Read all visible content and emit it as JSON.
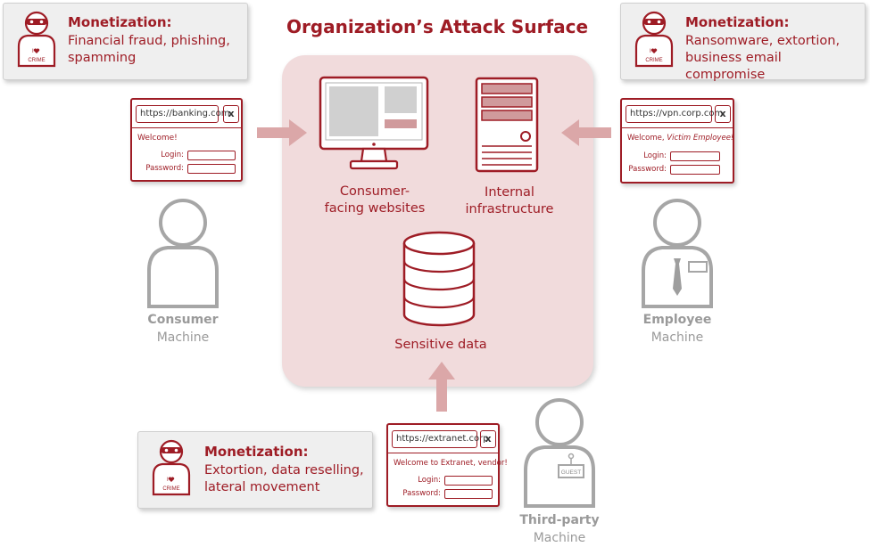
{
  "title": "Organization’s Attack Surface",
  "monetization": [
    {
      "heading": "Monetization:",
      "lines": [
        "Financial fraud, phishing,",
        "spamming"
      ],
      "badge": [
        "I",
        "CRIME"
      ]
    },
    {
      "heading": "Monetization:",
      "lines": [
        "Ransomware, extortion,",
        "business email compromise"
      ],
      "badge": [
        "I",
        "CRIME"
      ]
    },
    {
      "heading": "Monetization:",
      "lines": [
        "Extortion, data reselling,",
        "lateral movement"
      ],
      "badge": [
        "I",
        "CRIME"
      ]
    }
  ],
  "browsers": {
    "banking": {
      "url": "https://banking.com",
      "close": "x",
      "welcome": "Welcome!",
      "login": "Login:",
      "password": "Password:"
    },
    "vpn": {
      "url": "https://vpn.corp.com",
      "close": "x",
      "welcome_prefix": "Welcome, ",
      "welcome_emph": "Victim Employee!",
      "login": "Login:",
      "password": "Password:"
    },
    "extranet": {
      "url": "https://extranet.corp",
      "close": "x",
      "welcome": "Welcome to Extranet, vendor!",
      "login": "Login:",
      "password": "Password:"
    }
  },
  "assets": {
    "websites": [
      "Consumer-",
      "facing websites"
    ],
    "infrastructure": [
      "Internal",
      "infrastructure"
    ],
    "data": "Sensitive data"
  },
  "people": {
    "consumer": {
      "name": "Consumer",
      "sub": "Machine"
    },
    "employee": {
      "name": "Employee",
      "sub": "Machine"
    },
    "thirdparty": {
      "name": "Third-party",
      "sub": "Machine",
      "badge": "GUEST"
    }
  },
  "colors": {
    "accent": "#9e1c25",
    "surface": "#f1dbdc",
    "arrow": "#dba7a8",
    "person": "#a6a6a6"
  }
}
